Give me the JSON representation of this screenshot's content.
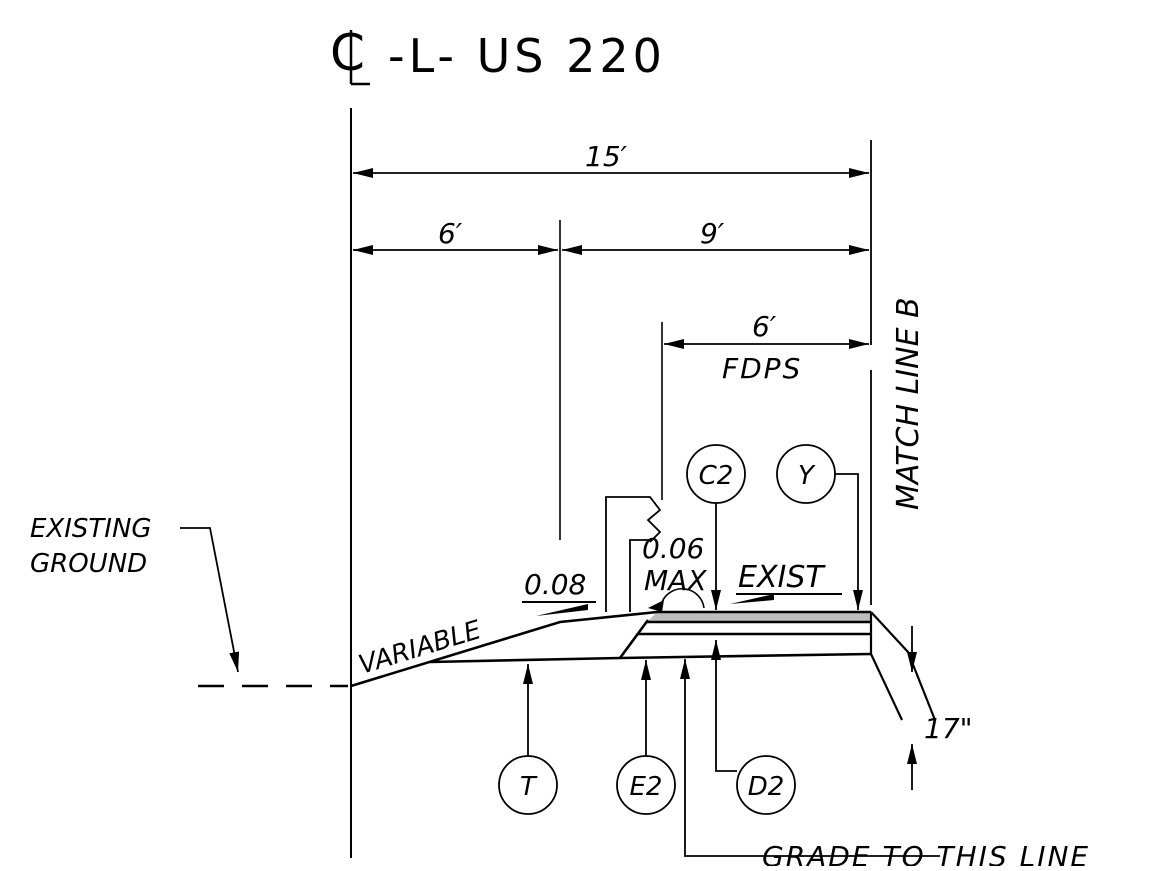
{
  "title": {
    "centerline_symbol": "CL",
    "road": "-L- US 220"
  },
  "dimensions": {
    "overall": "15′",
    "left": "6′",
    "right": "9′",
    "paved_shoulder": "6′",
    "paved_shoulder_label": "FDPS",
    "depth": "17\""
  },
  "match_line": "MATCH LINE B",
  "labels": {
    "existing_ground_line1": "EXISTING",
    "existing_ground_line2": "GROUND",
    "variable": "VARIABLE",
    "slope_008": "0.08",
    "slope_006": "0.06",
    "max": "MAX",
    "exist": "EXIST",
    "grade_to_this_line": "GRADE TO THIS LINE"
  },
  "callouts": {
    "c2": "C2",
    "y": "Y",
    "t": "T",
    "e2": "E2",
    "d2": "D2"
  },
  "colors": {
    "line": "#000000",
    "hatch": "#bdbdbd",
    "background": "#ffffff"
  }
}
